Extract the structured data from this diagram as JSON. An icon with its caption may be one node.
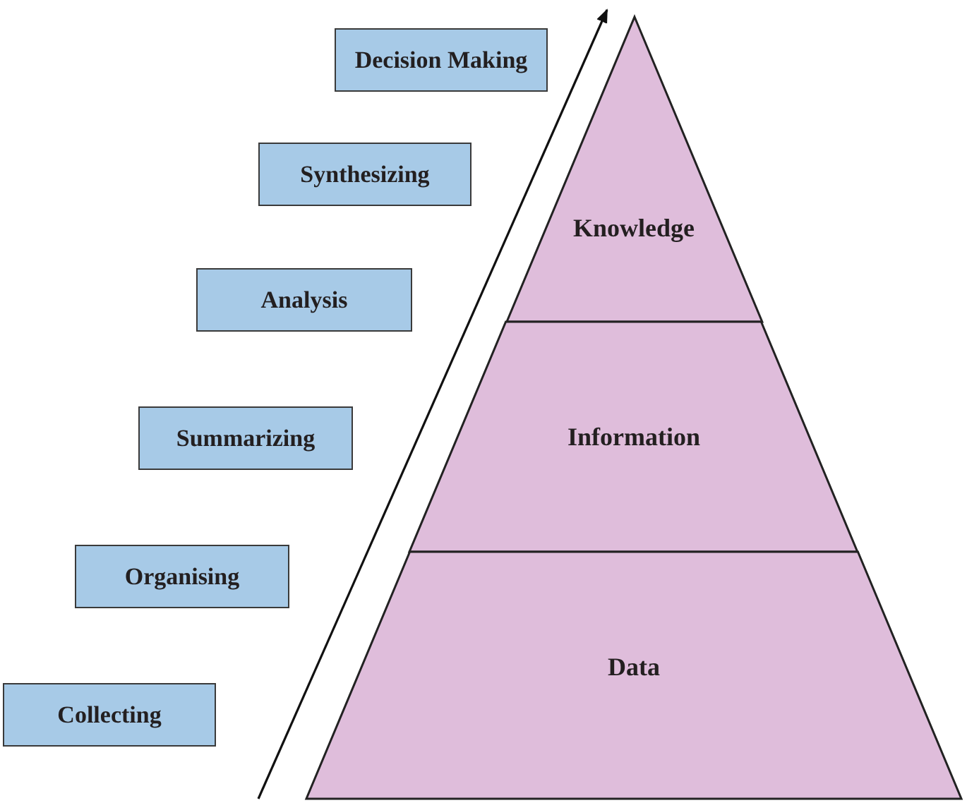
{
  "diagram": {
    "nodes": [
      {
        "text": [
          "Decision Making"
        ]
      },
      {
        "text": [
          "Synthesizing"
        ]
      },
      {
        "text": [
          "Analysis"
        ]
      },
      {
        "text": [
          "Summarizing"
        ]
      },
      {
        "text": [
          "Organising"
        ]
      },
      {
        "text": [
          "Collecting"
        ]
      },
      {
        "text": [
          "Knowledge"
        ]
      },
      {
        "text": [
          "Information"
        ]
      },
      {
        "text": [
          "Data"
        ]
      }
    ]
  }
}
